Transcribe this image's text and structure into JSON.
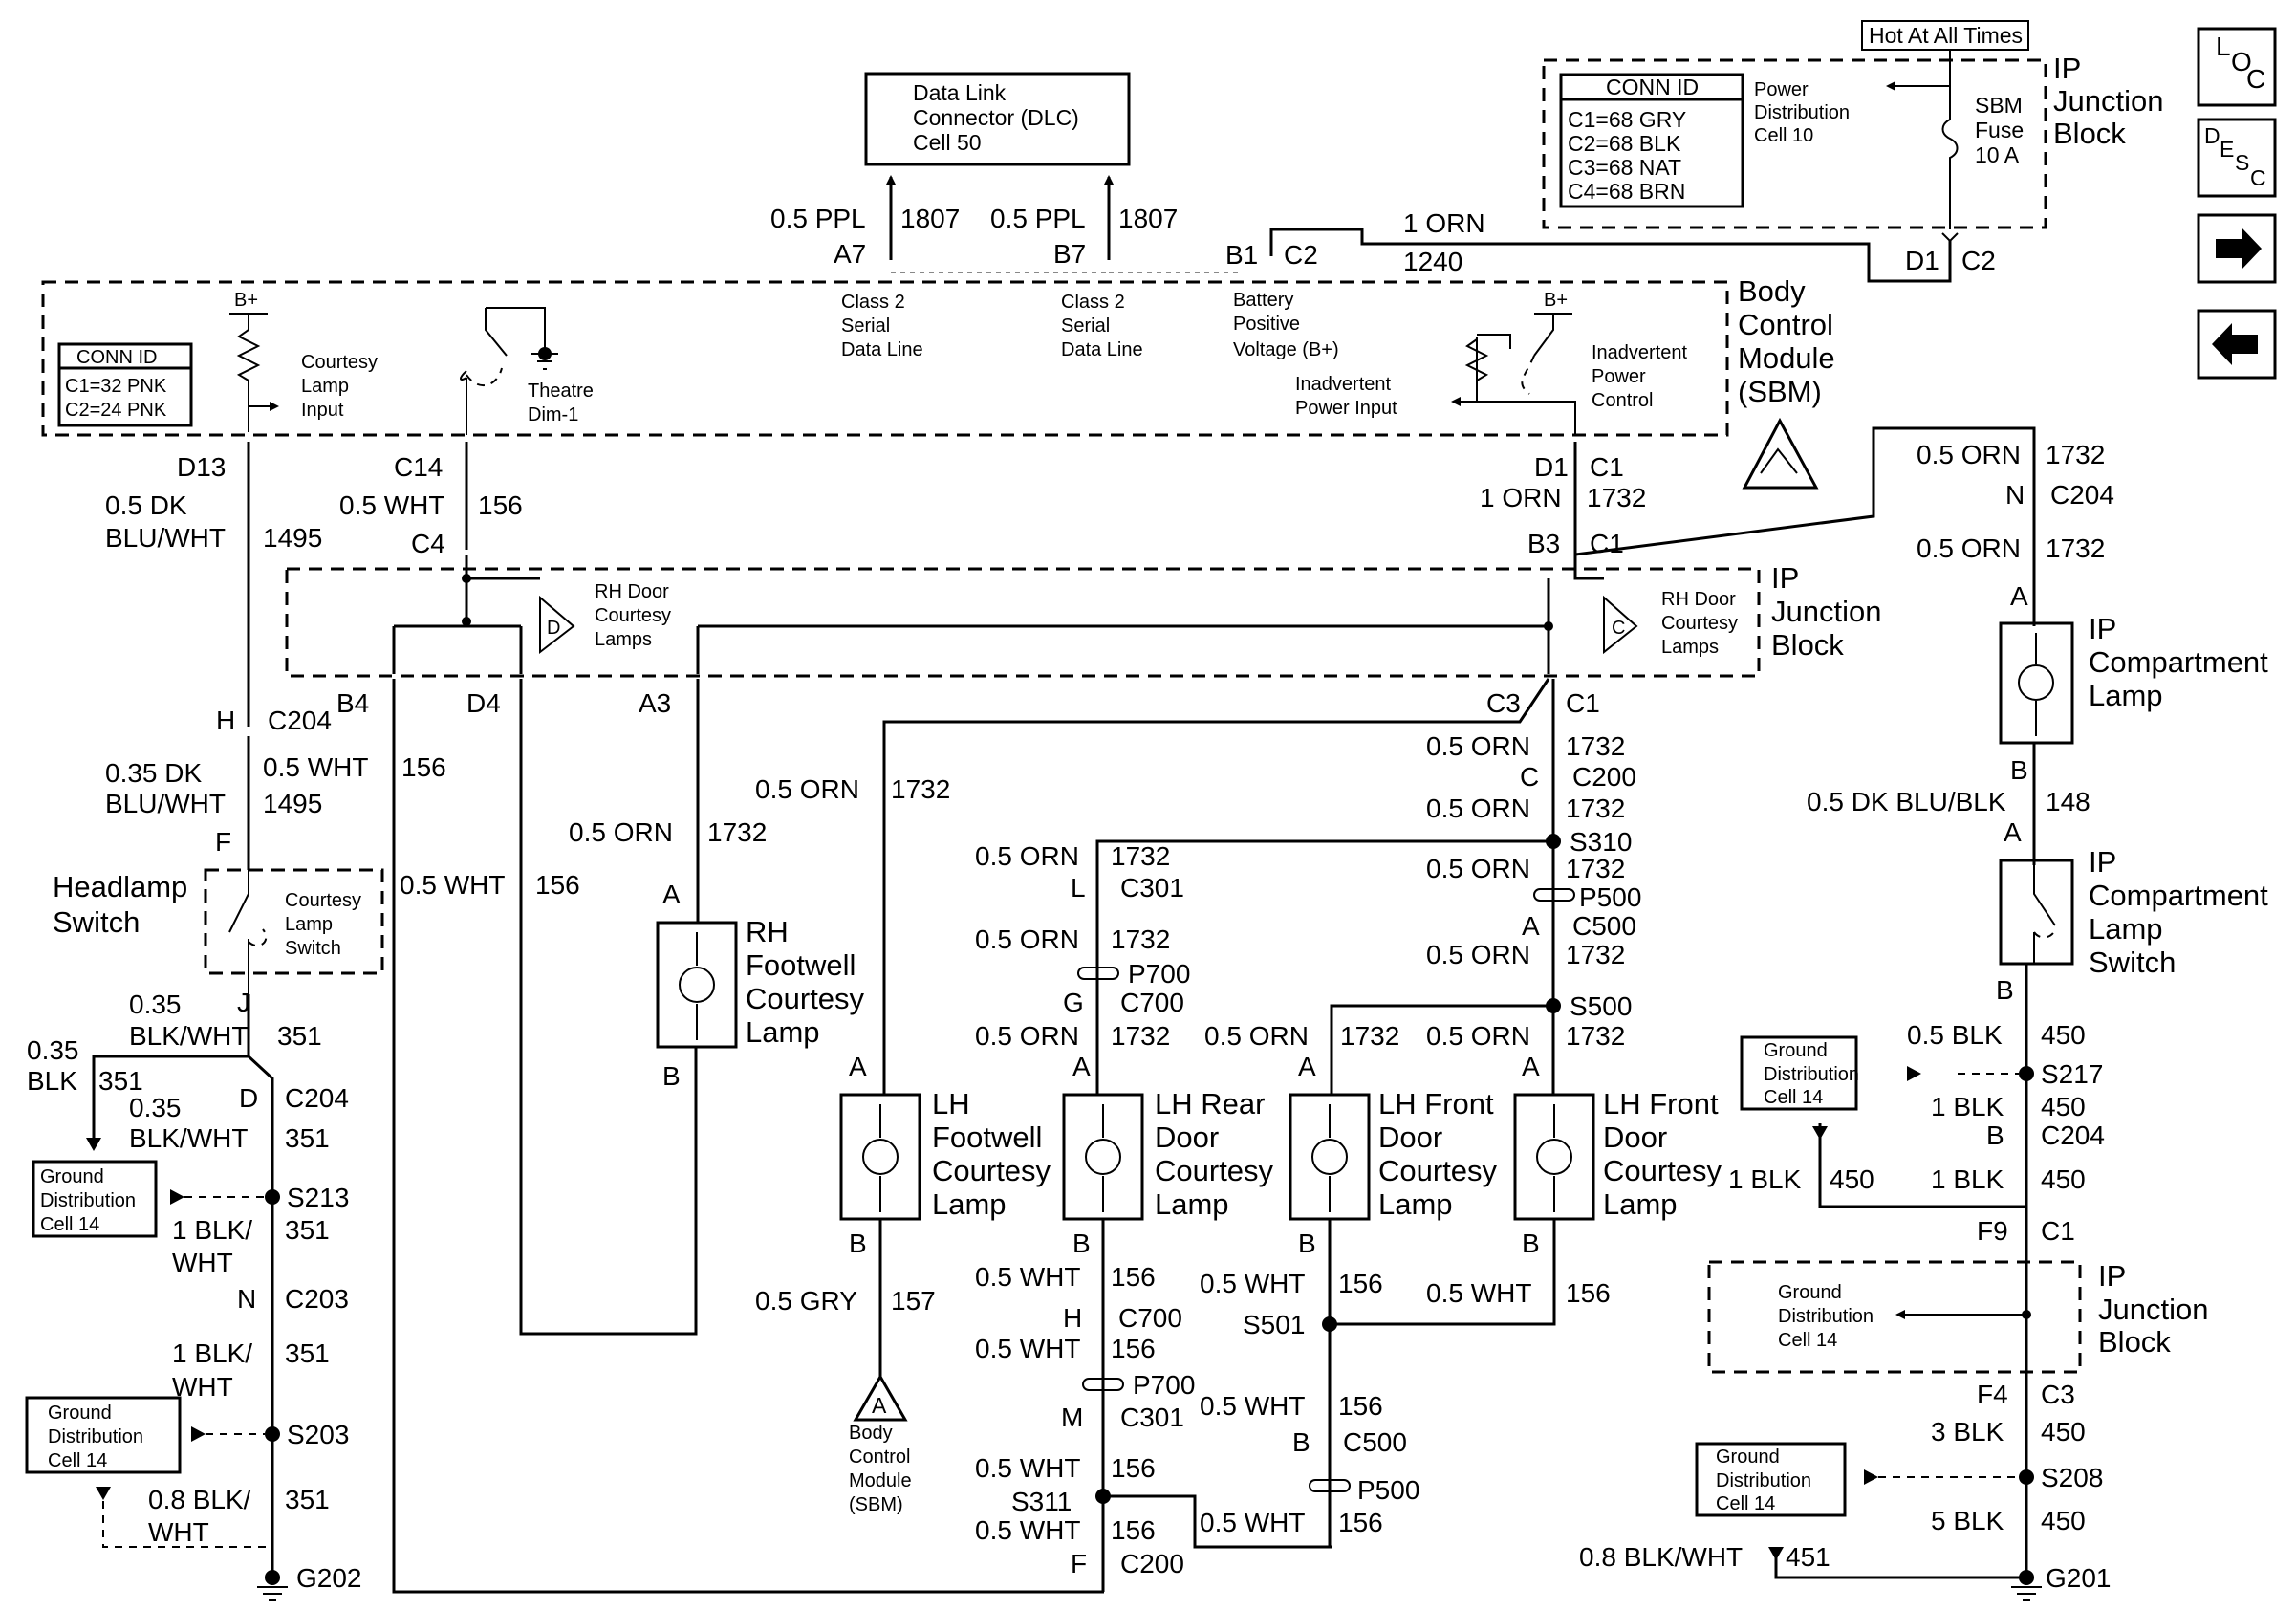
{
  "nav": {
    "loc": [
      "L",
      "O",
      "C"
    ],
    "desc": [
      "D",
      "E",
      "S",
      "C"
    ],
    "next_glyph": "➡",
    "prev_glyph": "⬅"
  },
  "hot_at_all_times": "Hot At All Times",
  "ipjb_top": {
    "title": [
      "IP",
      "Junction",
      "Block"
    ],
    "conn_id_title": "CONN ID",
    "conn_ids": [
      "C1=68 GRY",
      "C2=68 BLK",
      "C3=68 NAT",
      "C4=68 BRN"
    ],
    "power_dist": [
      "Power",
      "Distribution",
      "Cell 10"
    ],
    "fuse": [
      "SBM",
      "Fuse",
      "10 A"
    ],
    "pin_d1": "D1",
    "pin_c2": "C2"
  },
  "dlc": {
    "lines": [
      "Data Link",
      "Connector (DLC)",
      "Cell 50"
    ]
  },
  "bcm": {
    "title": [
      "Body",
      "Control",
      "Module",
      "(SBM)"
    ],
    "conn_id_title": "CONN ID",
    "conn_ids": [
      "C1=32 PNK",
      "C2=24 PNK"
    ],
    "bplus": "B+",
    "courtesy_input": [
      "Courtesy",
      "Lamp",
      "Input"
    ],
    "theatre": [
      "Theatre",
      "Dim-1"
    ],
    "class2_a": [
      "Class 2",
      "Serial",
      "Data Line"
    ],
    "class2_b": [
      "Class 2",
      "Serial",
      "Data Line"
    ],
    "battery": [
      "Battery",
      "Positive",
      "Voltage (B+)"
    ],
    "inadvertent_input": [
      "Inadvertent",
      "Power Input"
    ],
    "inadvertent_control": [
      "Inadvertent",
      "Power",
      "Control"
    ]
  },
  "ipjb_mid": {
    "title": [
      "IP",
      "Junction",
      "Block"
    ],
    "rh_door_d": [
      "RH Door",
      "Courtesy",
      "Lamps"
    ],
    "rh_door_c": [
      "RH Door",
      "Courtesy",
      "Lamps"
    ],
    "letter_d": "D",
    "letter_c": "C"
  },
  "ipjb_bot": {
    "title": [
      "IP",
      "Junction",
      "Block"
    ],
    "ground": [
      "Ground",
      "Distribution",
      "Cell 14"
    ]
  },
  "headlamp": {
    "title": [
      "Headlamp",
      "Switch"
    ],
    "inner": [
      "Courtesy",
      "Lamp",
      "Switch"
    ]
  },
  "lamps": {
    "rh_footwell": [
      "RH",
      "Footwell",
      "Courtesy",
      "Lamp"
    ],
    "lh_footwell": [
      "LH",
      "Footwell",
      "Courtesy",
      "Lamp"
    ],
    "lh_rear": [
      "LH Rear",
      "Door",
      "Courtesy",
      "Lamp"
    ],
    "lh_front_a": [
      "LH Front",
      "Door",
      "Courtesy",
      "Lamp"
    ],
    "lh_front_b": [
      "LH Front",
      "Door",
      "Courtesy",
      "Lamp"
    ],
    "ip_compartment": [
      "IP",
      "Compartment",
      "Lamp"
    ],
    "ip_compartment_switch": [
      "IP",
      "Compartment",
      "Lamp",
      "Switch"
    ]
  },
  "bcm_ref": {
    "letter": "A",
    "lines": [
      "Body",
      "Control",
      "Module",
      "(SBM)"
    ]
  },
  "ground_dist": [
    "Ground",
    "Distribution",
    "Cell 14"
  ],
  "labels": {
    "dlc_a7_wire": "0.5 PPL",
    "dlc_a7_num": "1807",
    "a7": "A7",
    "dlc_b7_wire": "0.5 PPL",
    "dlc_b7_num": "1807",
    "b7": "B7",
    "b1": "B1",
    "c2": "C2",
    "orn_1": "1 ORN",
    "ckt_1240": "1240",
    "d13": "D13",
    "c14": "C14",
    "d1": "D1",
    "c1": "C1",
    "dkblu_05": "0.5 DK",
    "bluwht": "BLU/WHT",
    "ckt_1495": "1495",
    "wht_05": "0.5 WHT",
    "ckt_156": "156",
    "c4": "C4",
    "orn1_r": "1 ORN",
    "ckt_1732": "1732",
    "b3": "B3",
    "c1b": "C1",
    "orn05_top": "0.5 ORN",
    "ckt1732_top": "1732",
    "n": "N",
    "c204_n": "C204",
    "orn05_b": "0.5 ORN",
    "ckt1732_b": "1732",
    "a_ip": "A",
    "b_ip": "B",
    "dkblu_blk": "0.5 DK BLU/BLK",
    "ckt_148": "148",
    "a_sw": "A",
    "b4": "B4",
    "d4": "D4",
    "a3": "A3",
    "c3": "C3",
    "c1c": "C1",
    "h": "H",
    "c204_h": "C204",
    "dkblu_035": "0.35 DK",
    "bluwht_2": "BLU/WHT",
    "ckt1495_2": "1495",
    "wht05_2": "0.5 WHT",
    "ckt156_2": "156",
    "f": "F",
    "orn05_1": "0.5 ORN",
    "ckt1732_1": "1732",
    "orn05_2": "0.5 ORN",
    "ckt1732_2": "1732",
    "wht05_3": "0.5 WHT",
    "ckt156_3": "156",
    "a_rh": "A",
    "b_rh": "B",
    "orn05_c": "0.5 ORN",
    "ckt1732_c": "1732",
    "c_c200": "C",
    "c200": "C200",
    "orn05_d": "0.5 ORN",
    "ckt1732_d": "1732",
    "s310": "S310",
    "orn05_e": "0.5 ORN",
    "ckt1732_e": "1732",
    "p500": "P500",
    "a_c500": "A",
    "c500": "C500",
    "orn05_f": "0.5 ORN",
    "ckt1732_f": "1732",
    "s500": "S500",
    "orn05_g": "0.5 ORN",
    "ckt1732_g": "1732",
    "orn05_h": "0.5 ORN",
    "ckt1732_h": "1732",
    "orn05_l": "0.5 ORN",
    "ckt1732_l": "1732",
    "l": "L",
    "c301": "C301",
    "orn05_m": "0.5 ORN",
    "ckt1732_m": "1732",
    "p700": "P700",
    "g": "G",
    "c700": "C700",
    "orn05_n": "0.5 ORN",
    "ckt1732_n": "1732",
    "a_lhf": "A",
    "a_lhr": "A",
    "a_lhfd1": "A",
    "a_lhfd2": "A",
    "b_lhf": "B",
    "b_lhr": "B",
    "b_lhfd1": "B",
    "b_lhfd2": "B",
    "gry05": "0.5 GRY",
    "ckt157": "157",
    "wht05_r1": "0.5 WHT",
    "ckt156_r1": "156",
    "h_c700": "H",
    "c700b": "C700",
    "wht05_r2": "0.5 WHT",
    "ckt156_r2": "156",
    "p700b": "P700",
    "m": "M",
    "c301b": "C301",
    "wht05_r3": "0.5 WHT",
    "ckt156_r3": "156",
    "s311": "S311",
    "wht05_r4": "0.5 WHT",
    "ckt156_r4": "156",
    "f_c200": "F",
    "c200b": "C200",
    "wht05_r5": "0.5 WHT",
    "ckt156_r5": "156",
    "wht05_f1": "0.5 WHT",
    "ckt156_f1": "156",
    "wht05_f2": "0.5 WHT",
    "ckt156_f2": "156",
    "s501": "S501",
    "wht05_f3": "0.5 WHT",
    "ckt156_f3": "156",
    "b_c500": "B",
    "c500b": "C500",
    "p500b": "P500",
    "b_sw": "B",
    "blk05": "0.5 BLK",
    "ckt450_a": "450",
    "s217": "S217",
    "blk1_a": "1 BLK",
    "ckt450_b": "450",
    "b_c204": "B",
    "c204b": "C204",
    "blk1_b": "1 BLK",
    "ckt450_c": "450",
    "blk1_c": "1 BLK",
    "ckt450_d": "450",
    "f9": "F9",
    "c1d": "C1",
    "f4": "F4",
    "c3b": "C3",
    "blk3": "3 BLK",
    "ckt450_e": "450",
    "s208": "S208",
    "blk5": "5 BLK",
    "ckt450_f": "450",
    "blkwht_08r": "0.8 BLK/WHT",
    "ckt451": "451",
    "g201": "G201",
    "j": "J",
    "blkwht_035a": "0.35",
    "blkwht_035b": "BLK/WHT",
    "ckt351_a": "351",
    "blk035a": "0.35",
    "blk035b": "BLK",
    "ckt351_b": "351",
    "d_c204": "D",
    "c204c": "C204",
    "blkwht_035c": "0.35",
    "blkwht_035d": "BLK/WHT",
    "ckt351_c": "351",
    "s213": "S213",
    "blk1_wa": "1 BLK/",
    "wht_a": "WHT",
    "ckt351_d": "351",
    "n_c203": "N",
    "c203": "C203",
    "blk1_wb": "1 BLK/",
    "wht_b": "WHT",
    "ckt351_e": "351",
    "s203": "S203",
    "blk08": "0.8 BLK/",
    "wht_c": "WHT",
    "ckt351_f": "351",
    "g202": "G202"
  }
}
